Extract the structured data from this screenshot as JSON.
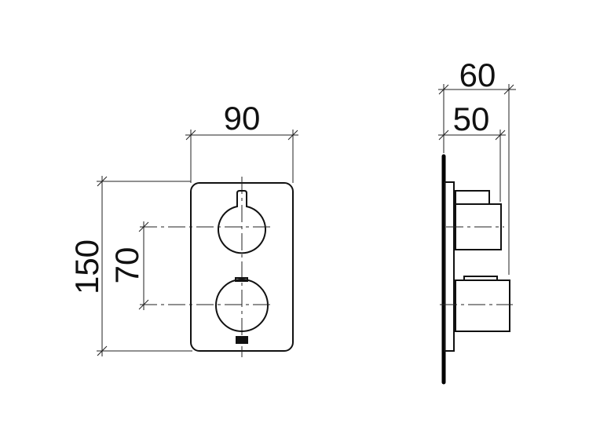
{
  "drawing": {
    "front_view": {
      "width_label": "90",
      "height_label": "150",
      "knob_spacing_label": "70"
    },
    "side_view": {
      "total_depth_label": "60",
      "knob_depth_label": "50"
    },
    "colors": {
      "line": "#111111",
      "background": "#ffffff"
    }
  }
}
